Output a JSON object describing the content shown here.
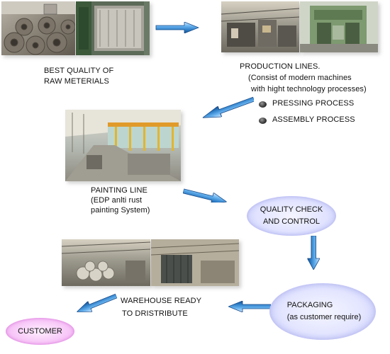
{
  "raw_materials": {
    "label_line1": "BEST QUALITY OF",
    "label_line2": "RAW METERIALS"
  },
  "production": {
    "title": "PRODUCTION LINES.",
    "desc_line1": "(Consist of modern machines",
    "desc_line2": "with hight technology processes)",
    "processes": [
      "PRESSING PROCESS",
      "ASSEMBLY PROCESS"
    ]
  },
  "painting": {
    "line1": "PAINTING LINE",
    "line2": "(EDP anlti rust",
    "line3": "painting System)"
  },
  "quality": {
    "line1": "QUALITY CHECK",
    "line2": "AND CONTROL"
  },
  "warehouse": {
    "line1": "WAREHOUSE READY",
    "line2": "TO DRISTRIBUTE"
  },
  "packaging": {
    "line1": "PACKAGING",
    "line2": "(as customer require)"
  },
  "customer": {
    "label": "CUSTOMER"
  },
  "colors": {
    "ellipse_blue_center": "#eef0ff",
    "ellipse_blue_edge": "#b7bcf2",
    "ellipse_pink_center": "#ffe8ff",
    "ellipse_pink_edge": "#e28be8",
    "arrow_blue": "#3b93dc",
    "arrow_dark": "#1a4c8a"
  }
}
